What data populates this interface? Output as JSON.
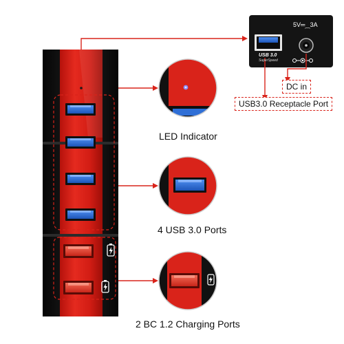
{
  "labels": {
    "led": "LED Indicator",
    "usb_ports": "4 USB 3.0  Ports",
    "charging_ports": "2 BC 1.2 Charging Ports",
    "dc_in": "DC in",
    "receptacle": "USB3.0 Receptacle Port"
  },
  "back_panel": {
    "power_rating": "5V═⁔3A",
    "usb_logo_line1": "USB 3.0",
    "usb_logo_line2": "SuperSpeed"
  },
  "colors": {
    "hub_red": "#d9231a",
    "hub_black": "#141414",
    "usb3_blue": "#2f6fd6",
    "charging_red": "#e8402f",
    "callout_line": "#d9231a"
  },
  "icons": [
    "battery-charge-icon",
    "usb-port-icon",
    "dc-jack-icon",
    "led-icon"
  ]
}
